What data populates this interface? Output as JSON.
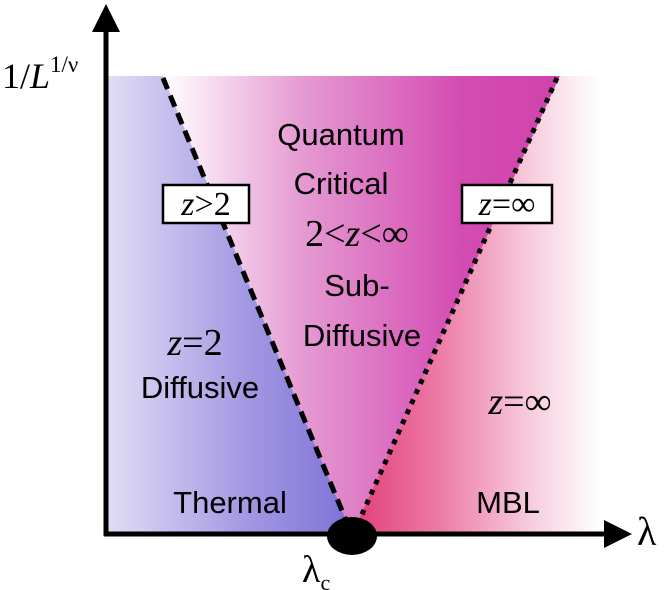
{
  "axes": {
    "y_label_prefix": "1/",
    "y_label_var": "L",
    "y_label_exp": "1/ν",
    "x_label": "λ",
    "critical_point_base": "λ",
    "critical_point_sub": "c"
  },
  "regions": {
    "center": {
      "line1": "Quantum",
      "line2": "Critical",
      "z_range": {
        "left": "2<",
        "var": "z",
        "right": "<∞"
      },
      "line3": "Sub-",
      "line4": "Diffusive"
    },
    "left": {
      "z_value": {
        "var": "z",
        "rest": "=2"
      },
      "name": "Diffusive",
      "phase": "Thermal"
    },
    "right": {
      "z_value": {
        "var": "z",
        "rest": "=∞"
      },
      "phase": "MBL"
    }
  },
  "boundary_labels": {
    "left": {
      "var": "z",
      "rest": ">2"
    },
    "right": {
      "var": "z",
      "rest": "=∞"
    }
  },
  "colors": {
    "thermal": "#8a7fdc",
    "critical": "#d946b0",
    "mbl": "#e84c8a",
    "axis": "#000000"
  }
}
